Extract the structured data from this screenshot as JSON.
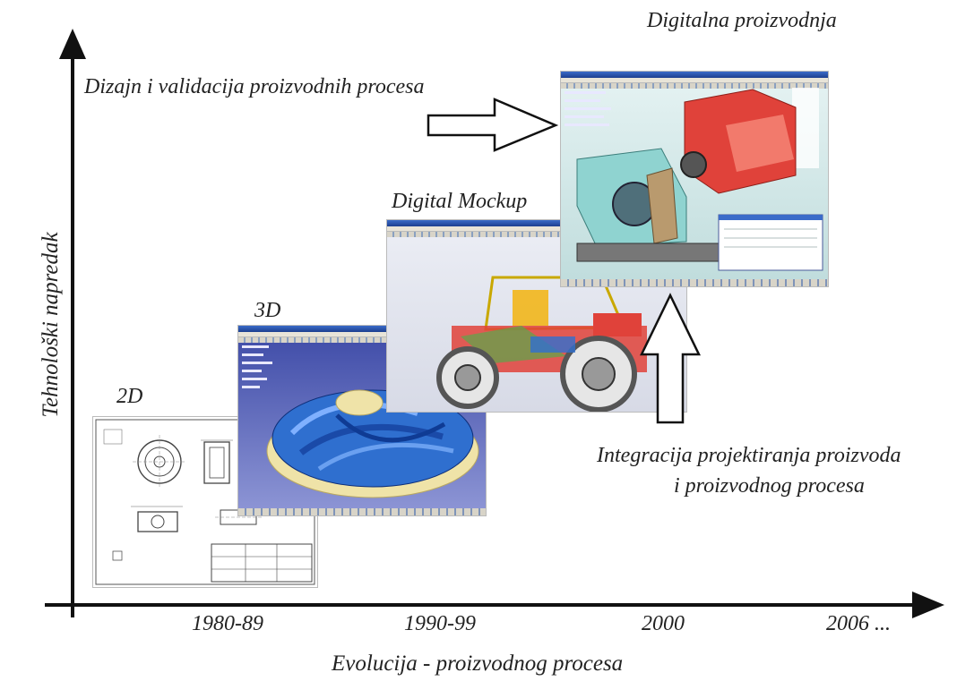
{
  "diagram": {
    "y_axis_label": "Tehnološki napredak",
    "x_axis_label": "Evolucija - proizvodnog procesa",
    "ticks": [
      "1980-89",
      "1990-99",
      "2000",
      "2006 ..."
    ],
    "stages": [
      {
        "label": "2D"
      },
      {
        "label": "3D"
      },
      {
        "label": "Digital Mockup"
      },
      {
        "label": "Digitalna proizvodnja"
      }
    ],
    "annotations": {
      "process_design": "Dizajn i validacija proizvodnih procesa",
      "integration_line1": "Integracija projektiranja proizvoda",
      "integration_line2": "i proizvodnog procesa"
    }
  },
  "colors": {
    "axis": "#111111",
    "cad_background_3d": "#5a63b8",
    "part_blue": "#2f6fcf",
    "part_cream": "#efe3a8",
    "machine_red": "#e0423a",
    "fixture_cyan": "#8fd3d0"
  }
}
